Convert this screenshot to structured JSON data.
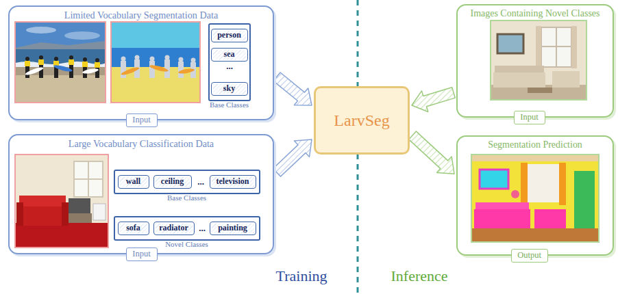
{
  "diagram": {
    "nodes": [
      {
        "text": [
          "Limited Vocabulary Segmentation Data"
        ]
      },
      {
        "text": [
          "Base Classes"
        ],
        "in": 0
      },
      {
        "text": [
          "person"
        ],
        "in": 1
      },
      {
        "text": [
          "sea"
        ],
        "in": 1
      },
      {
        "text": [
          "sky"
        ],
        "in": 1
      },
      {
        "text": [
          "Input"
        ],
        "in": 0
      },
      {
        "text": [
          "Large Vocabulary Classification Data"
        ]
      },
      {
        "text": [
          "Base Classes"
        ],
        "in": 6
      },
      {
        "text": [
          "wall"
        ],
        "in": 7
      },
      {
        "text": [
          "ceiling"
        ],
        "in": 7
      },
      {
        "text": [
          "television"
        ],
        "in": 7
      },
      {
        "text": [
          "Novel Classes"
        ],
        "in": 6
      },
      {
        "text": [
          "sofa"
        ],
        "in": 11
      },
      {
        "text": [
          "radiator"
        ],
        "in": 11
      },
      {
        "text": [
          "painting"
        ],
        "in": 11
      },
      {
        "text": [
          "Input"
        ],
        "in": 6
      },
      {
        "text": [
          "LarvSeg"
        ]
      },
      {
        "text": [
          "Images Containing Novel Classes"
        ]
      },
      {
        "text": [
          "Input"
        ],
        "in": 17
      },
      {
        "text": [
          "Segmentation Prediction"
        ]
      },
      {
        "text": [
          "Output"
        ],
        "in": 19
      }
    ],
    "edges": [
      {
        "from": 0,
        "to": 16,
        "arrow": "to"
      },
      {
        "from": 6,
        "to": 16,
        "arrow": "to"
      },
      {
        "from": 17,
        "to": 16,
        "arrow": "to"
      },
      {
        "from": 16,
        "to": 19,
        "arrow": "to"
      }
    ],
    "labels": [
      "...",
      "...",
      "...",
      "Training",
      "Inference"
    ]
  }
}
